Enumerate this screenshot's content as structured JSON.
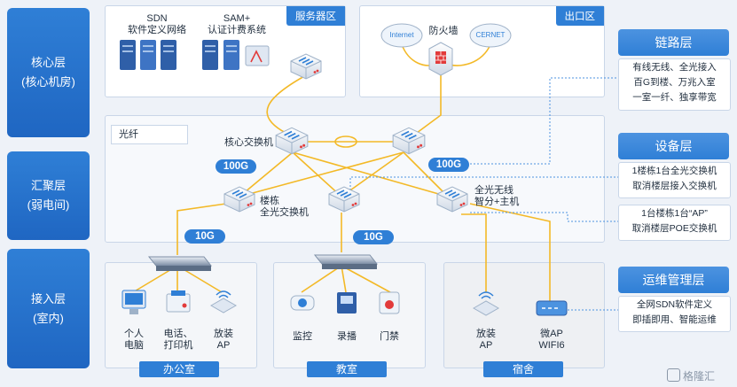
{
  "layers": {
    "core": [
      "核心层",
      "(核心机房)"
    ],
    "aggregation": [
      "汇聚层",
      "(弱电间)"
    ],
    "access": [
      "接入层",
      "(室内)"
    ]
  },
  "zones": {
    "server": "服务器区",
    "exit": "出口区",
    "office": "办公室",
    "classroom": "教室",
    "dorm": "宿舍"
  },
  "labels": {
    "sdn": "SDN",
    "sdn_sub": "软件定义网络",
    "sam": "SAM+",
    "sam_sub": "认证计费系统",
    "firewall": "防火墙",
    "internet": "Internet",
    "cernet": "CERNET",
    "core_switch": "核心交换机",
    "building_switch_1": "楼栋",
    "building_switch_2": "全光交换机",
    "wireless_1": "全光无线",
    "wireless_2": "智分+主机",
    "pc_1": "个人",
    "pc_2": "电脑",
    "phone_1": "电话、",
    "phone_2": "打印机",
    "ap_1": "放装",
    "ap_2": "AP",
    "monitor": "监控",
    "record": "录播",
    "door": "门禁",
    "dorm_ap_1": "放装",
    "dorm_ap_2": "AP",
    "wifi_ap_1": "微AP",
    "wifi_ap_2": "WIFI6"
  },
  "legend": {
    "fiber": "光纤"
  },
  "speeds": {
    "core_left": "100G",
    "core_right": "100G",
    "access_left": "10G",
    "access_mid": "10G"
  },
  "panels": {
    "link": {
      "title": "链路层",
      "lines": [
        "有线无线、全光接入",
        "百G到楼、万兆入室",
        "一室一纤、独享带宽"
      ]
    },
    "device": {
      "title": "设备层",
      "box1": [
        "1楼栋1台全光交换机",
        "取消楼层接入交换机"
      ],
      "box2": [
        "1台楼栋1台“AP”",
        "取消楼层POE交换机"
      ]
    },
    "ops": {
      "title": "运维管理层",
      "lines": [
        "全网SDN软件定义",
        "即插即用、智能运维"
      ]
    }
  },
  "watermark": "格隆汇",
  "colors": {
    "fiber": "#f3b927",
    "brand": "#2f7fd6"
  }
}
